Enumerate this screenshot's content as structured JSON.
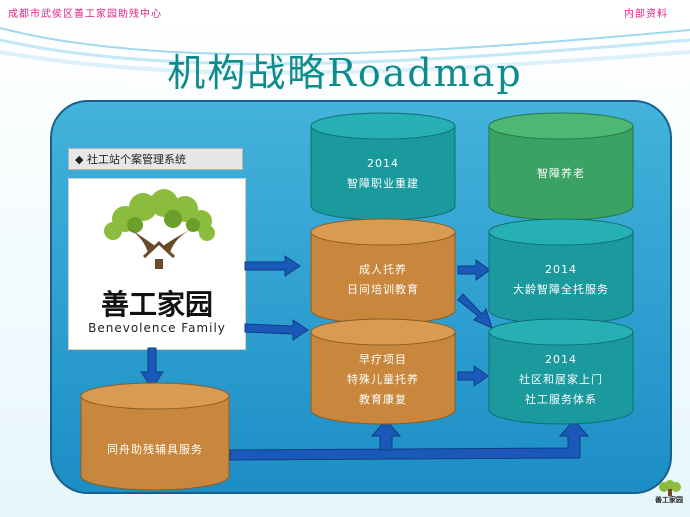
{
  "header": {
    "left": "成都市武侯区善工家园助残中心",
    "right": "内部资料"
  },
  "title": "机构战略Roadmap",
  "case_label": "◆ 社工站个案管理系统",
  "logo": {
    "cn": "善工家园",
    "en": "Benevolence Family"
  },
  "nodes": {
    "vocational": {
      "year": "2014",
      "text": "智障职业重建"
    },
    "elderly": {
      "text": "智障养老"
    },
    "adult_care": {
      "line1": "成人托养",
      "line2": "日间培训教育"
    },
    "aging_care": {
      "year": "2014",
      "text": "大龄智障全托服务"
    },
    "early_intervention": {
      "line1": "早疗项目",
      "line2": "特殊儿童托养",
      "line3": "教育康复"
    },
    "community": {
      "year": "2014",
      "line1": "社区和居家上门",
      "line2": "社工服务体系"
    },
    "peer_aids": {
      "text": "同舟助残辅具服务"
    }
  },
  "footer_logo": "善工家园",
  "colors": {
    "teal_cyl": "#1b9a9e",
    "green_cyl": "#3aa262",
    "brown_cyl": "#c8873c",
    "arrow": "#1a59b8",
    "panel": "#2aa0d0"
  }
}
